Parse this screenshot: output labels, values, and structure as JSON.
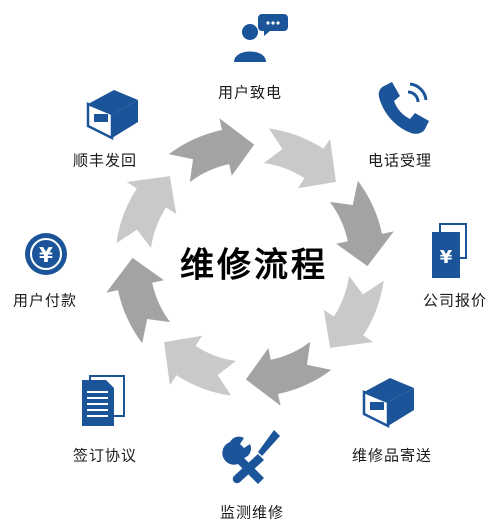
{
  "title": "维修流程",
  "steps": [
    {
      "label": "用户致电",
      "icon": "user-speech-icon"
    },
    {
      "label": "电话受理",
      "icon": "phone-icon"
    },
    {
      "label": "公司报价",
      "icon": "yuan-document-icon"
    },
    {
      "label": "维修品寄送",
      "icon": "shipping-box-icon"
    },
    {
      "label": "监测维修",
      "icon": "wrench-screwdriver-icon"
    },
    {
      "label": "签订协议",
      "icon": "contract-document-icon"
    },
    {
      "label": "用户付款",
      "icon": "yuan-coin-icon"
    },
    {
      "label": "顺丰发回",
      "icon": "return-box-icon"
    }
  ],
  "colors": {
    "icon": "#1b5499",
    "arrow_light": "#c9c9c9",
    "arrow_dark": "#a3a3a3",
    "text": "#1a1a1a"
  }
}
